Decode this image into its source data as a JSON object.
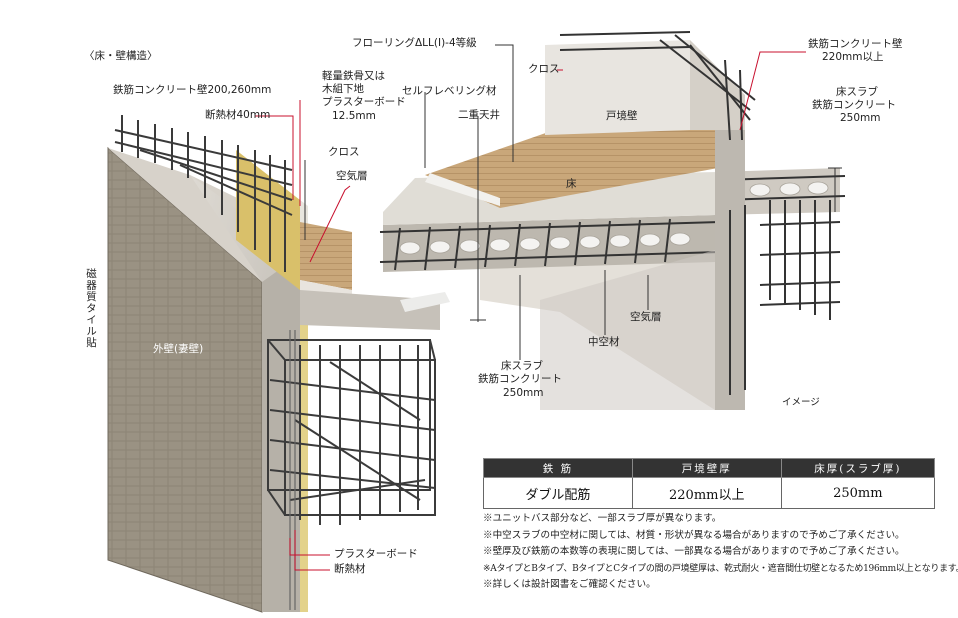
{
  "section_title": "〈床・壁構造〉",
  "image_note": "イメージ",
  "labels": {
    "ext_wall_rc": "鉄筋コンクリート壁200,260mm",
    "insulation_40": "断熱材40mm",
    "light_steel": "軽量鉄骨又は",
    "wood_base": "木組下地",
    "plasterboard_125": "プラスターボード",
    "plasterboard_125_b": "12.5mm",
    "cloth_left": "クロス",
    "air_layer_left": "空気層",
    "flooring": "フローリングΔLL(Ⅰ)-4等級",
    "self_leveling": "セルフレベリング材",
    "double_ceiling": "二重天井",
    "cloth_right": "クロス",
    "tosakai_wall": "戸境壁",
    "floor": "床",
    "rc_wall_220": "鉄筋コンクリート壁",
    "rc_wall_220_b": "220mm以上",
    "floor_slab_right": "床スラブ",
    "floor_slab_right_b": "鉄筋コンクリート",
    "floor_slab_right_c": "250mm",
    "tile": "磁器質タイル貼",
    "outer_wall": "外壁(妻壁)",
    "hollow_material": "中空材",
    "air_layer_right": "空気層",
    "floor_slab_bottom": "床スラブ",
    "floor_slab_bottom_b": "鉄筋コンクリート",
    "floor_slab_bottom_c": "250mm",
    "plasterboard_bottom": "プラスターボード",
    "insulation_bottom": "断熱材"
  },
  "spec_table": {
    "headers": [
      "鉄 筋",
      "戸境壁厚",
      "床厚(スラブ厚)"
    ],
    "row": [
      "ダブル配筋",
      "220mm以上",
      "250mm"
    ]
  },
  "notes": [
    "※ユニットバス部分など、一部スラブ厚が異なります。",
    "※中空スラブの中空材に関しては、材質・形状が異なる場合がありますので予めご了承ください。",
    "※壁厚及び鉄筋の本数等の表現に関しては、一部異なる場合がありますので予めご了承ください。",
    "※AタイプとBタイプ、BタイプとCタイプの間の戸境壁厚は、乾式耐火・遮音間仕切壁となるため196mm以上となります。",
    "※詳しくは設計図書をご確認ください。"
  ],
  "colors": {
    "tile": "#8e8677",
    "concrete": "#cfcac2",
    "wood": "#c9a77a",
    "insulation": "#d9c06a",
    "leader_red": "#c8102e",
    "table_header": "#333333"
  }
}
